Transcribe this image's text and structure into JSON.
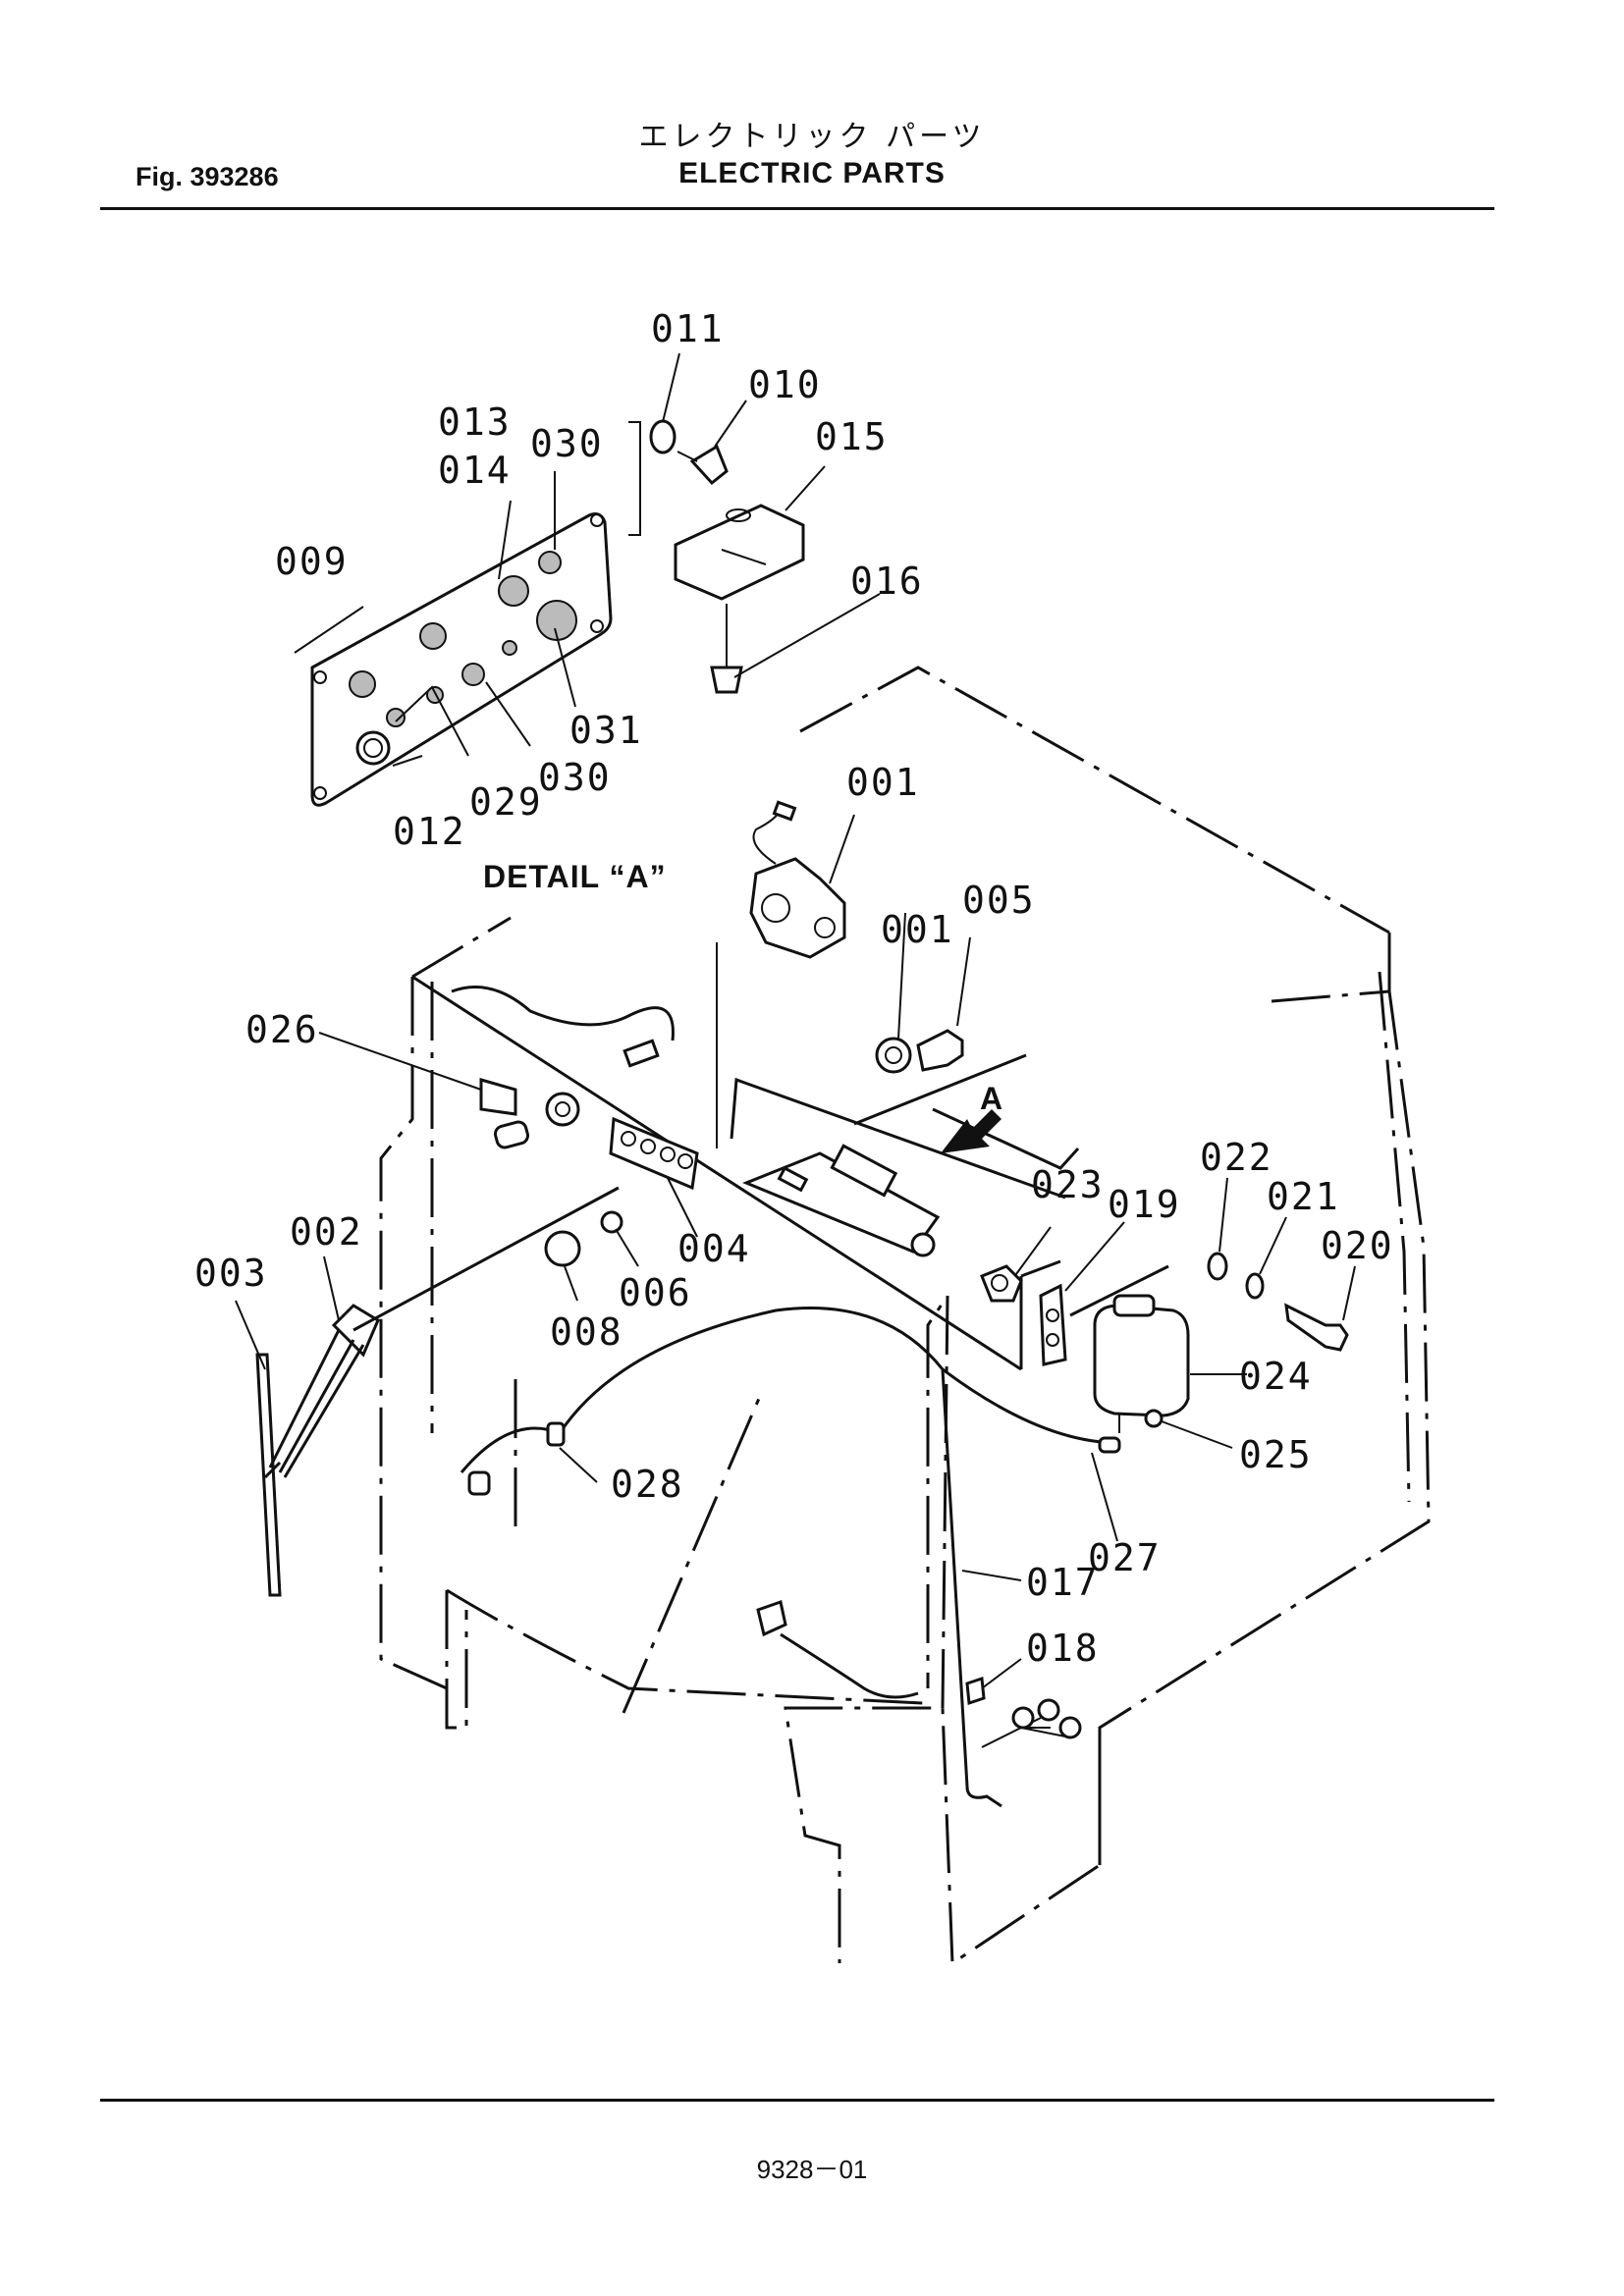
{
  "header": {
    "fig_number": "Fig. 393286",
    "title_jp": "エレクトリック パーツ",
    "title_en": "ELECTRIC PARTS"
  },
  "diagram": {
    "detail_label": "DETAIL “A”",
    "arrow_label": "A",
    "part_labels": {
      "p011": "011",
      "p010": "010",
      "p013": "013",
      "p014": "014",
      "p030a": "030",
      "p015": "015",
      "p009": "009",
      "p016": "016",
      "p031": "031",
      "p030b": "030",
      "p029": "029",
      "p012": "012",
      "p001a": "001",
      "p001b": "001",
      "p005": "005",
      "p026": "026",
      "p002": "002",
      "p003": "003",
      "p004": "004",
      "p006": "006",
      "p008": "008",
      "p023": "023",
      "p019": "019",
      "p022": "022",
      "p021": "021",
      "p020": "020",
      "p024": "024",
      "p025": "025",
      "p028": "028",
      "p027": "027",
      "p017": "017",
      "p018": "018"
    }
  },
  "footer": {
    "page_number": "9328－01"
  }
}
